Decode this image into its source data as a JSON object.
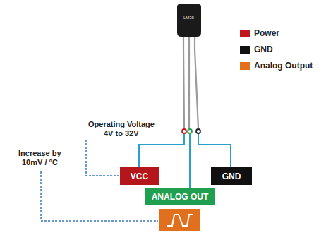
{
  "diagram": {
    "nodes": [
      {
        "text": [
          "VCC"
        ]
      },
      {
        "text": [
          "ANALOG OUT"
        ]
      },
      {
        "text": [
          "GND"
        ]
      }
    ],
    "labels": [
      "LM35",
      "Operating Voltage",
      "4V to 32V",
      "Increase by",
      "10mV / °C"
    ],
    "legend": [
      {
        "text": "Power",
        "color": "#c0181f"
      },
      {
        "text": "GND",
        "color": "#111111"
      },
      {
        "text": "Analog Output",
        "color": "#e0701e"
      }
    ]
  }
}
